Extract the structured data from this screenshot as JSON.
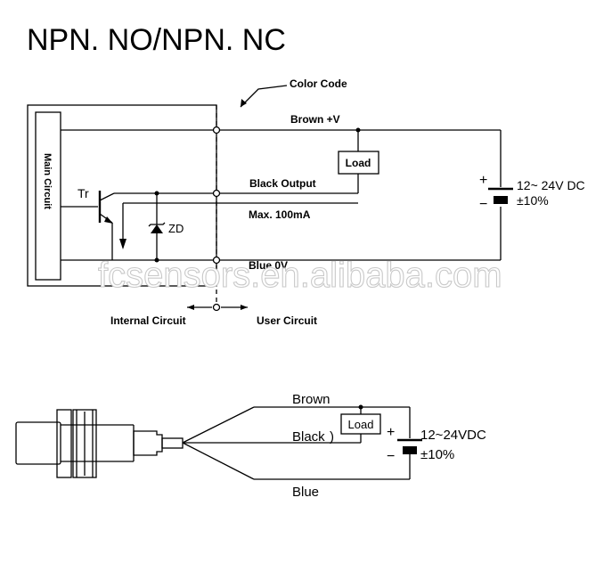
{
  "title": "NPN. NO/NPN. NC",
  "top_diagram": {
    "color_code_label": "Color Code",
    "main_circuit_label": "Main Circuit",
    "transistor_label": "Tr",
    "zener_label": "ZD",
    "wires": {
      "brown": "Brown +V",
      "black": "Black  Output",
      "max_current": "Max. 100mA",
      "blue": "Blue  0V"
    },
    "load_label": "Load",
    "supply": {
      "voltage": "12~ 24V DC",
      "tolerance": "±10%",
      "plus": "+",
      "minus": "−"
    },
    "internal_label": "Internal Circuit",
    "user_label": "User Circuit"
  },
  "bottom_diagram": {
    "wires": {
      "brown": "Brown",
      "black": "Black",
      "blue": "Blue"
    },
    "load_label": "Load",
    "supply": {
      "voltage": "12~24VDC",
      "tolerance": "±10%",
      "plus": "+",
      "minus": "−"
    }
  },
  "watermark": "fcsensors.en.alibaba.com"
}
